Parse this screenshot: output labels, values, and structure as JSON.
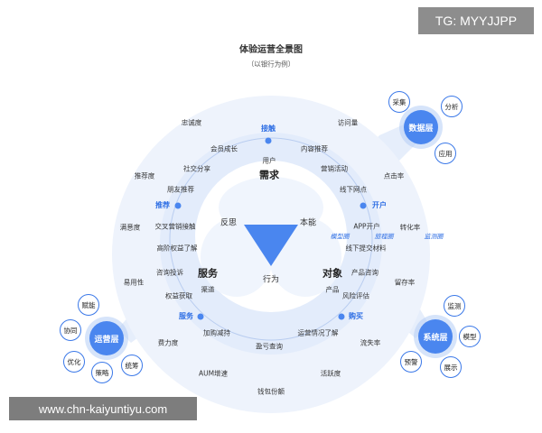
{
  "title": "体验运营全景图",
  "subtitle": "（以银行为例）",
  "watermarks": {
    "top_right": "TG: MYYJJPP",
    "bottom_left": "www.chn-kaiyuntiyu.com"
  },
  "core": {
    "top": "需求",
    "left": "服务",
    "right": "对象",
    "bottom_center": "行为",
    "top_sub": "用户",
    "left_sub": "渠道",
    "right_sub": "产品",
    "inner_left": "反思",
    "inner_right": "本能"
  },
  "phases": {
    "touch": "接触",
    "recommend": "推荐",
    "open": "开户",
    "service": "服务",
    "buy": "购买"
  },
  "flow_tags": {
    "model": "模型圈",
    "journey": "旅程圈",
    "monitor": "监测圈"
  },
  "ring_items": {
    "member_growth": "会员成长",
    "content_rec": "内容推荐",
    "social_share": "社交分享",
    "marketing": "营销活动",
    "friend_rec": "朋友推荐",
    "offline_outlet": "线下网点",
    "cross_marketing": "交叉营销接触",
    "app_open": "APP开户",
    "high_value": "高阶权益了解",
    "offline_submit": "线下提交材料",
    "consult_invest": "咨询投诉",
    "product_consult": "产品咨询",
    "rights_get": "权益获取",
    "risk_assess": "风险评估",
    "buy_more": "加购减持",
    "ops_status": "运营情况了解",
    "pnl_query": "盈亏查询"
  },
  "outer_items": {
    "loyalty": "忠诚度",
    "visits": "访问量",
    "recommend_rate": "推荐度",
    "click_rate": "点击率",
    "satisfaction": "满意度",
    "conversion": "转化率",
    "usability": "易用性",
    "retention": "留存率",
    "effort": "费力度",
    "churn": "流失率",
    "aum": "AUM增速",
    "activity": "活跃度",
    "wallet_share": "钱包份额"
  },
  "layers": {
    "data": {
      "label": "数据层",
      "items": [
        "采集",
        "分析",
        "应用"
      ]
    },
    "system": {
      "label": "系统层",
      "items": [
        "监测",
        "模型",
        "展示",
        "预警"
      ]
    },
    "ops": {
      "label": "运营层",
      "items": [
        "赋能",
        "协同",
        "优化",
        "策略",
        "统筹"
      ]
    }
  },
  "colors": {
    "primary": "#4a86ef",
    "ring_light": "#eaf1fc",
    "ring_mid": "#dbe7fa",
    "core": "#eef4fd"
  }
}
